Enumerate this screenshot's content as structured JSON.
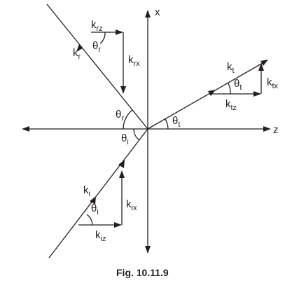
{
  "axes": {
    "x_label": "x",
    "z_label": "z"
  },
  "labels": {
    "k": "k",
    "theta": "θ",
    "kr_sub": "r",
    "krz_sub": "rz",
    "krx_sub": "rx",
    "theta_r_sub": "r",
    "ki_sub": "i",
    "kiz_sub": "iz",
    "kix_sub": "ix",
    "theta_i_sub": "i",
    "kt_sub": "t",
    "ktz_sub": "tz",
    "ktx_sub": "tx",
    "theta_t_sub": "t"
  },
  "caption": "Fig. 10.11.9"
}
